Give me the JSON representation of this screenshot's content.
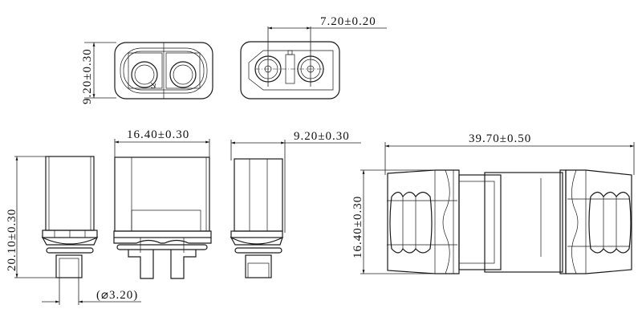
{
  "dimensions": {
    "front_height": "9.20±0.30",
    "pin_spacing": "7.20±0.20",
    "side_height": "20.10±0.30",
    "pin_diameter": "(⌀3.20)",
    "front_width": "16.40±0.30",
    "side_width": "9.20±0.30",
    "mated_length": "39.70±0.50",
    "mated_height": "16.40±0.30"
  },
  "colors": {
    "line": "#1a1a1a",
    "background": "#ffffff"
  }
}
